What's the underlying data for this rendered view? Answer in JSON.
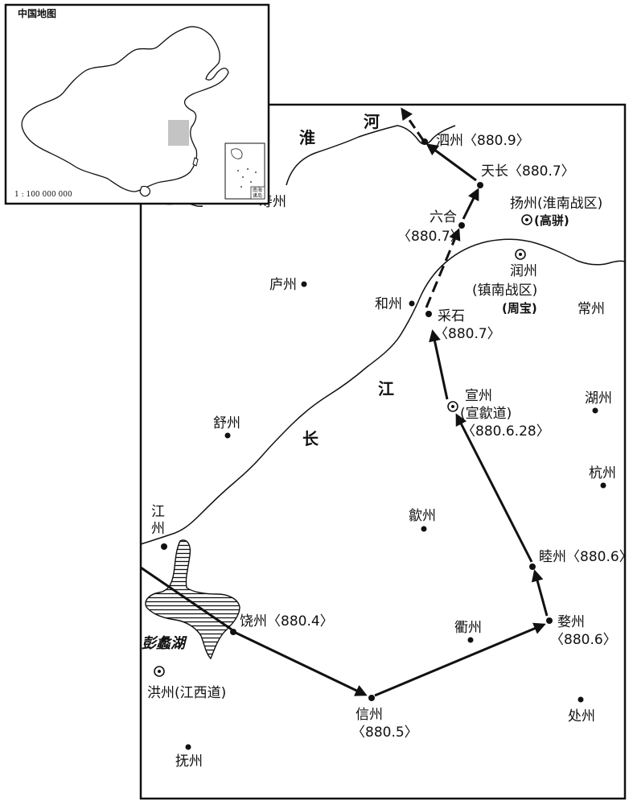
{
  "inset": {
    "title": "中国地图",
    "scale": "1 : 100 000 000",
    "sea_label_a": "南海",
    "sea_label_b": "诸岛"
  },
  "rivers": {
    "huai_a": "淮",
    "huai_b": "河",
    "chang": "长",
    "jiang": "江"
  },
  "lake": "彭蠡湖",
  "places": {
    "sizhou": "泗州〈880.9〉",
    "tianchang": "天长〈880.7〉",
    "yangzhou": "扬州(淮南战区)",
    "gaopian": "(高骈)",
    "liuhe_a": "六合",
    "liuhe_b": "〈880.7〉",
    "shouzhou": "寿州",
    "luzhou": "庐州",
    "runzhou_a": "润州",
    "runzhou_b": "(镇南战区)",
    "zhoubao": "(周宝)",
    "hezhou": "和州",
    "caishi_a": "采石",
    "caishi_b": "〈880.7〉",
    "changzhou": "常州",
    "xuanzhou_a": "宣州",
    "xuanzhou_b": "(宣歙道)",
    "xuanzhou_c": "〈880.6.28〉",
    "huzhou": "湖州",
    "shuzhou": "舒州",
    "hangzhou": "杭州",
    "jiangzhou_a": "江",
    "jiangzhou_b": "州",
    "shezhou": "歙州",
    "muzhou": "睦州〈880.6〉",
    "raozhou": "饶州〈880.4〉",
    "quzhou": "衢州",
    "wuzhou_a": "婺州",
    "wuzhou_b": "〈880.6〉",
    "hongzhou": "洪州(江西道)",
    "xinzhou_a": "信州",
    "xinzhou_b": "〈880.5〉",
    "chuzhou": "处州",
    "fuzhou": "抚州"
  },
  "icons": {
    "city": "city-dot-icon",
    "capital": "capital-circle-icon",
    "route": "route-arrow-icon"
  }
}
